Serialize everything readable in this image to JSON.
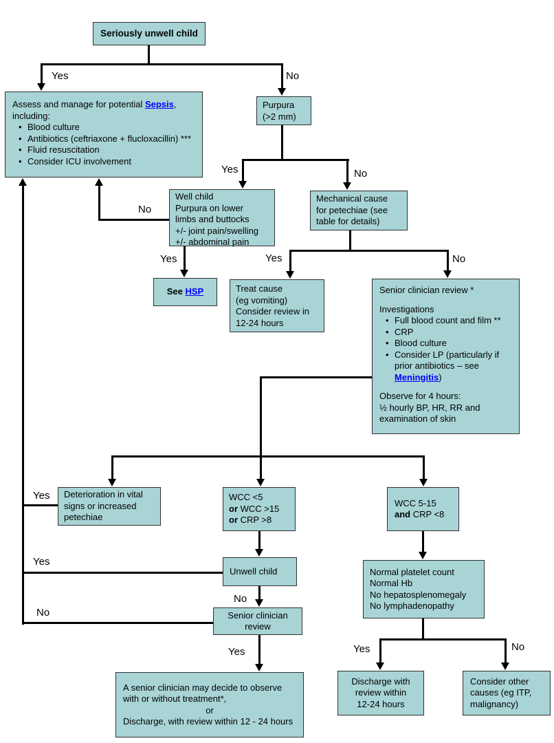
{
  "labels": {
    "yes": "Yes",
    "no": "No"
  },
  "colors": {
    "box_fill": "#a8d4d6",
    "box_border": "#2f2f2f",
    "connector": "#000000",
    "link": "#0000ff",
    "background": "#ffffff"
  },
  "nodes": {
    "root": {
      "label": "Seriously unwell child"
    },
    "sepsis": {
      "before_link": "Assess and manage for potential ",
      "link_text": "Sepsis",
      "after_link": ",",
      "line2": "including:",
      "bullets": [
        "Blood culture",
        "Antibiotics (ceftriaxone + flucloxacillin) ***",
        "Fluid resuscitation",
        "Consider ICU involvement"
      ]
    },
    "purpura": {
      "lines": [
        "Purpura",
        "(>2 mm)"
      ]
    },
    "well_child": {
      "lines": [
        "Well child",
        "Purpura on lower",
        "limbs and buttocks",
        "+/- joint pain/swelling",
        "+/- abdominal pain"
      ]
    },
    "mechanical": {
      "lines": [
        "Mechanical cause",
        "for petechiae (see",
        "table for details)"
      ]
    },
    "see_hsp": {
      "before_link": "See ",
      "link_text": "HSP"
    },
    "treat_cause": {
      "lines": [
        "Treat cause",
        "(eg vomiting)",
        "Consider review in",
        "12-24 hours"
      ]
    },
    "senior_review_investigations": {
      "title": "Senior clinician review *",
      "heading": "Investigations",
      "bullets": [
        "Full blood count and film **",
        "CRP",
        "Blood culture"
      ],
      "lp_before": "Consider LP (particularly if prior antibiotics – see ",
      "lp_link": "Meningitis",
      "lp_after": ")",
      "observe_lines": [
        "Observe for 4 hours:",
        "½ hourly BP, HR, RR and",
        "examination of skin"
      ]
    },
    "deterioration": {
      "lines": [
        "Deterioration in vital",
        "signs or increased",
        "petechiae"
      ]
    },
    "wcc_abnormal": {
      "line1": "WCC <5",
      "or1": "or",
      "line2": " WCC >15",
      "or2": "or",
      "line3": " CRP >8"
    },
    "wcc_normal": {
      "line1": "WCC 5-15",
      "and1": "and",
      "line2": " CRP <8"
    },
    "unwell_child": {
      "label": "Unwell child"
    },
    "senior_review": {
      "lines": [
        "Senior clinician",
        "review"
      ]
    },
    "observe_or_discharge": {
      "lines": [
        "A senior clinician may decide to observe",
        "with or without treatment*,",
        "or",
        "Discharge, with review within 12 - 24 hours"
      ]
    },
    "discharge_review": {
      "lines": [
        "Discharge with",
        "review within",
        "12-24 hours"
      ]
    },
    "other_causes": {
      "lines": [
        "Consider other",
        "causes (eg ITP,",
        "malignancy)"
      ]
    }
  }
}
